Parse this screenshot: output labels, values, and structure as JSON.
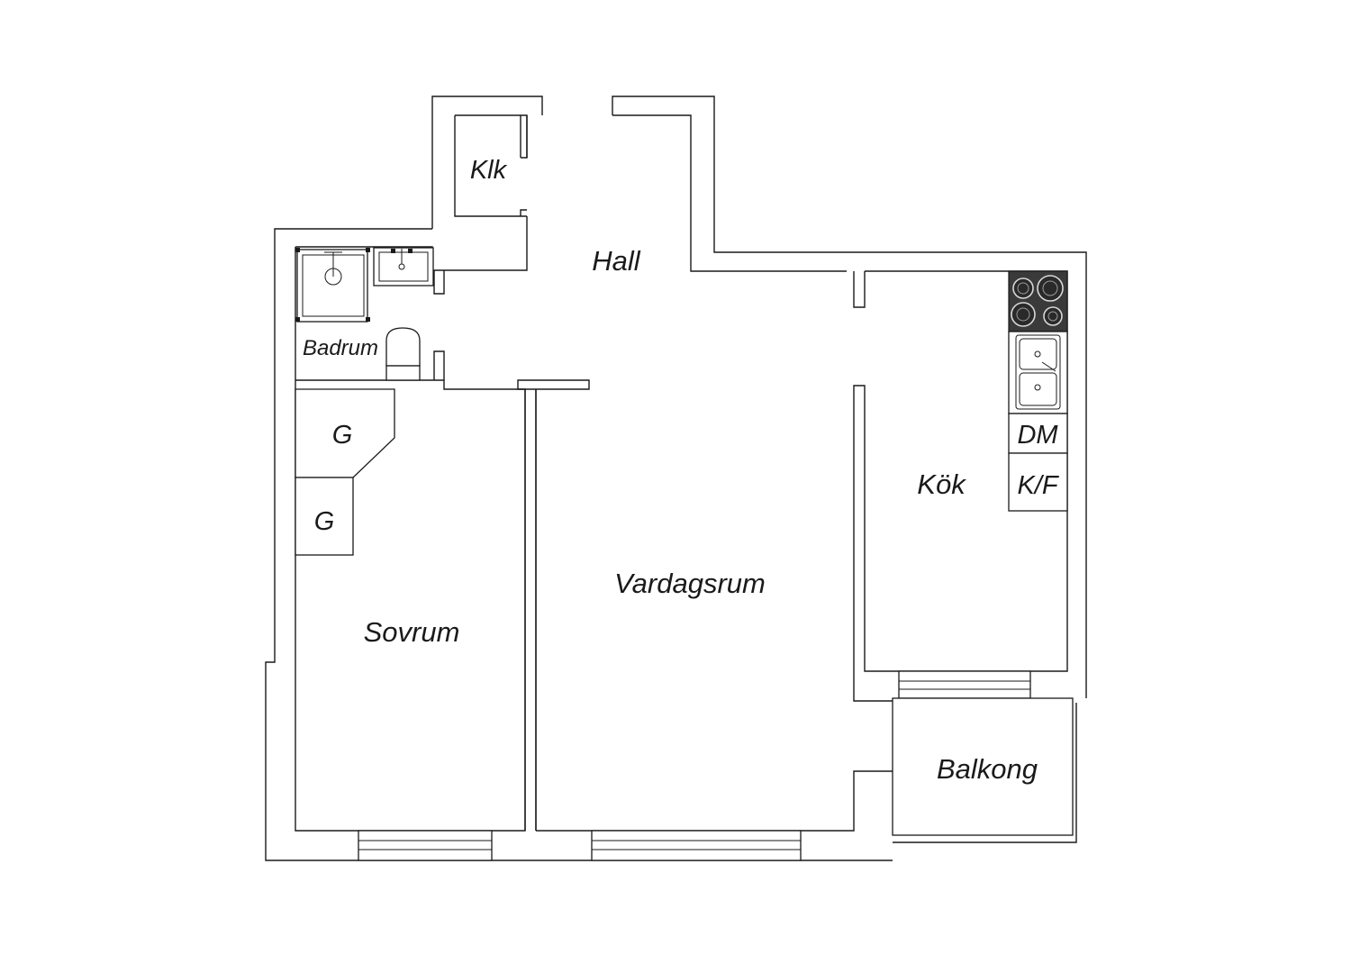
{
  "rooms": {
    "klk": "Klk",
    "hall": "Hall",
    "badrum": "Badrum",
    "sovrum": "Sovrum",
    "vardagsrum": "Vardagsrum",
    "kok": "Kök",
    "balkong": "Balkong"
  },
  "fixtures": {
    "garderob_1": "G",
    "garderob_2": "G",
    "diskmaskin": "DM",
    "kyl_frys": "K/F"
  },
  "colors": {
    "line": "#1a1a1a",
    "background": "#ffffff",
    "stove": "#3a3a3a"
  }
}
